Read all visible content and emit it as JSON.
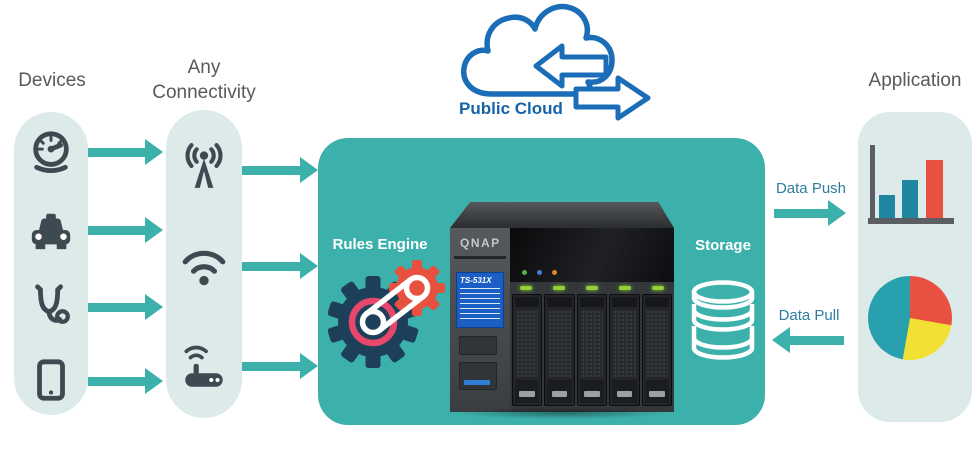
{
  "palette": {
    "teal": "#3cb0aa",
    "panel_mint": "#dcebe9",
    "icon_dark": "#3d4a52",
    "heading_gray": "#58595b",
    "cloud_blue": "#1a6db6",
    "cloud_text_blue": "#1563a8",
    "flow_label_blue": "#2f7d9f",
    "red": "#e8513f",
    "crimson_ring": "#e6476b",
    "navy_gear": "#1e3f5a",
    "yellow": "#f2e134",
    "bar_teal": "#1f86a1",
    "pie_teal": "#28a0ae"
  },
  "columns": {
    "devices": {
      "label": "Devices",
      "icons": [
        "speedometer-icon",
        "taxi-icon",
        "stethoscope-icon",
        "smartphone-icon"
      ]
    },
    "connectivity": {
      "label": "Any Connectivity",
      "icons": [
        "cell-tower-icon",
        "wifi-icon",
        "router-icon"
      ]
    },
    "application": {
      "label": "Application",
      "icons": [
        "bar-chart-icon",
        "pie-chart-icon"
      ]
    }
  },
  "cloud": {
    "label": "Public Cloud"
  },
  "hub": {
    "rules_engine_label": "Rules Engine",
    "storage_label": "Storage",
    "device": {
      "brand": "QNAP",
      "model": "TS-531X",
      "drive_bays": 5
    }
  },
  "flows": {
    "push_label": "Data Push",
    "pull_label": "Data Pull"
  }
}
